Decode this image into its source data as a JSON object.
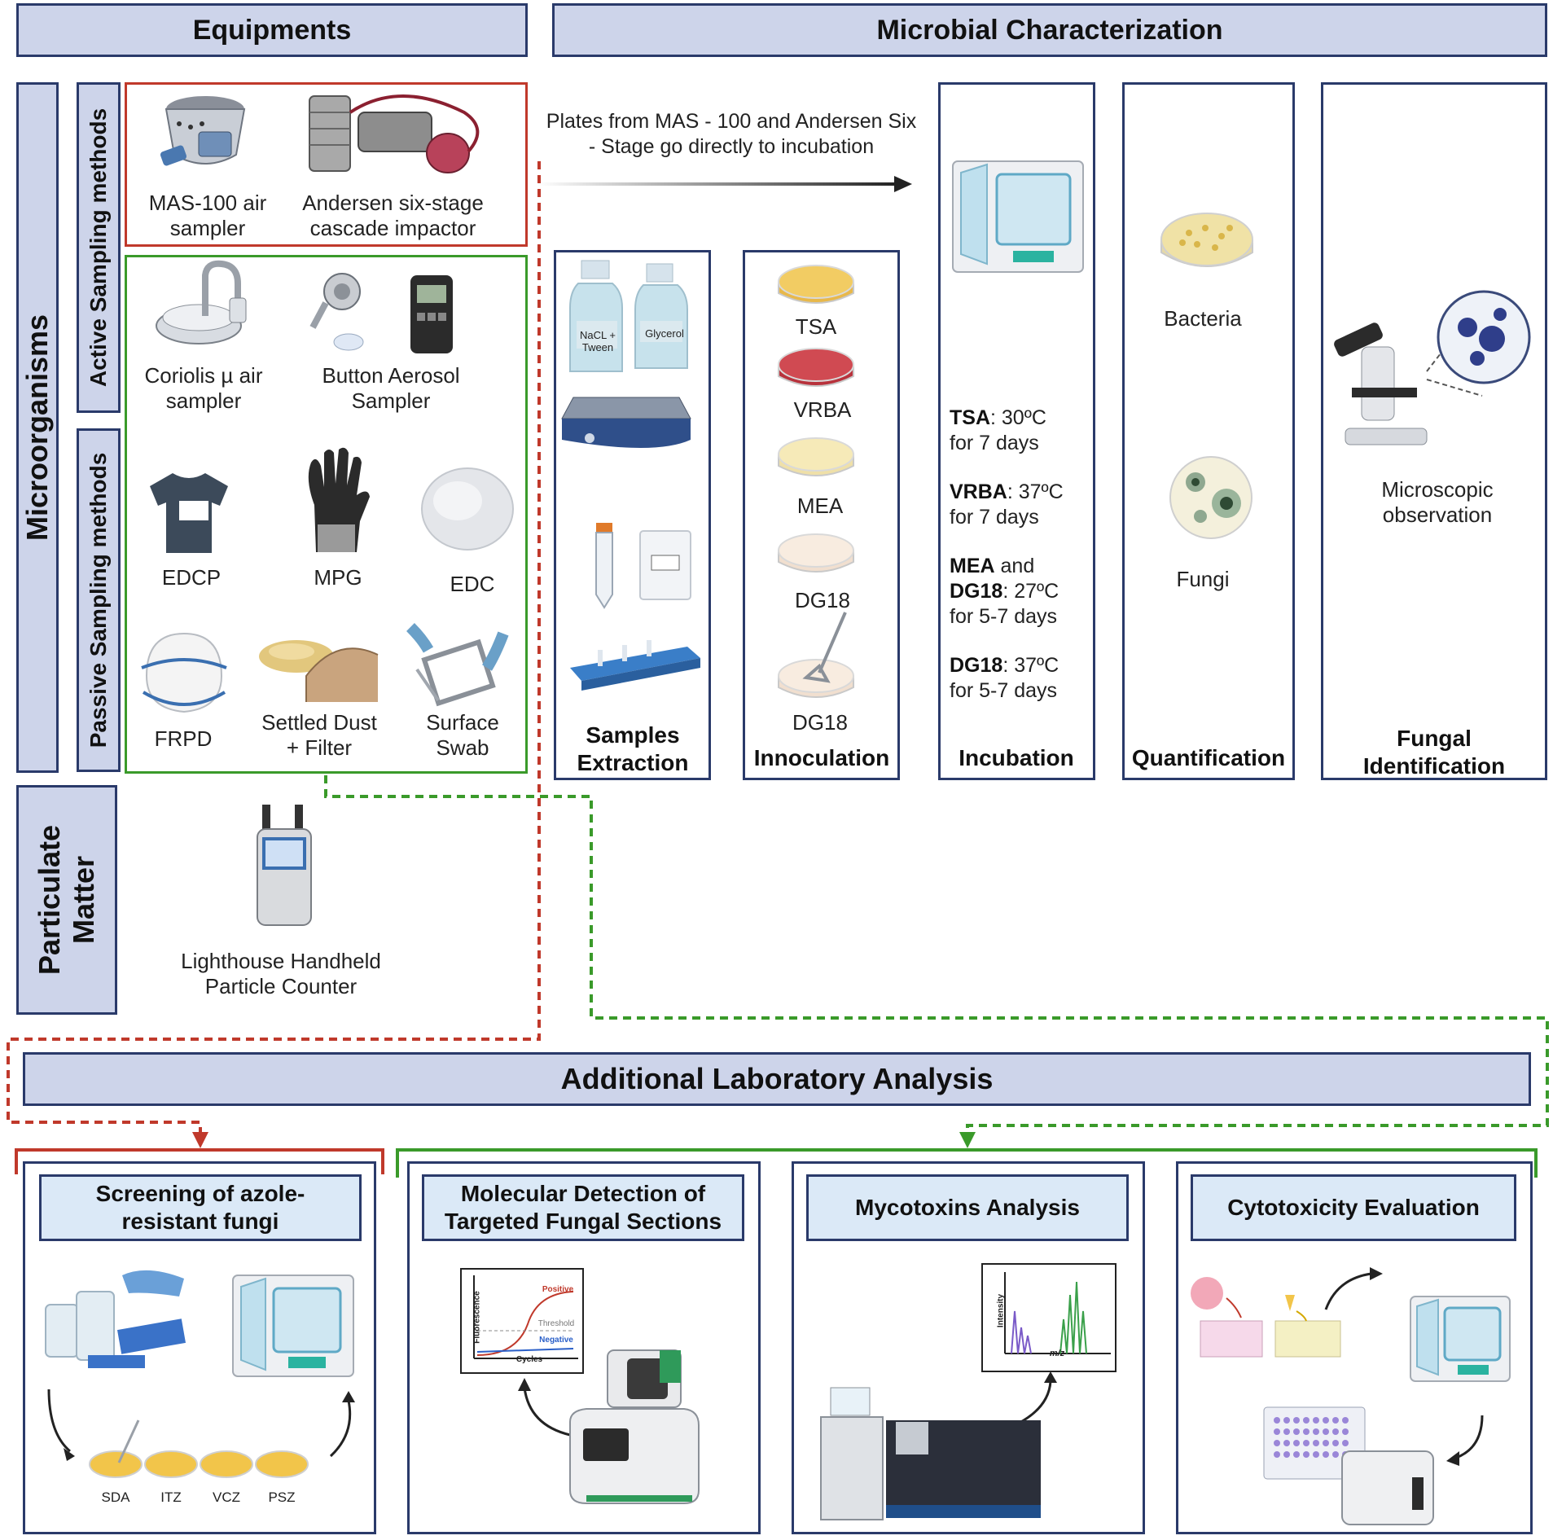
{
  "headers": {
    "equipments": "Equipments",
    "microbial": "Microbial Characterization",
    "microorganisms": "Microorganisms",
    "active": "Active Sampling methods",
    "passive": "Passive  Sampling methods",
    "particulate": "Particulate Matter",
    "additional": "Additional Laboratory Analysis"
  },
  "equipment": {
    "mas100": "MAS-100 air sampler",
    "andersen": "Andersen six-stage cascade impactor",
    "coriolis": "Coriolis µ air sampler",
    "button": "Button Aerosol Sampler",
    "edcp": "EDCP",
    "mpg": "MPG",
    "edc": "EDC",
    "frpd": "FRPD",
    "settled": "Settled Dust + Filter",
    "swab": "Surface Swab",
    "lighthouse": "Lighthouse Handheld Particle Counter"
  },
  "note_plates": "Plates from MAS - 100 and Andersen Six - Stage go directly to incubation",
  "extraction": {
    "bottle1": "NaCL + Tween",
    "bottle2": "Glycerol",
    "title": "Samples Extraction"
  },
  "inoculation": {
    "media": [
      "TSA",
      "VRBA",
      "MEA",
      "DG18",
      "DG18"
    ],
    "title": "Innoculation"
  },
  "incubation": {
    "title": "Incubation",
    "conditions": [
      {
        "medium": "TSA",
        "temp": ": 30ºC",
        "time": " for 7 days"
      },
      {
        "medium": "VRBA",
        "temp": ": 37ºC",
        "time": "for 7 days"
      },
      {
        "medium": "MEA",
        "and": " and",
        "medium2": "DG18",
        "temp": ": 27ºC",
        "time": "for 5-7 days"
      },
      {
        "medium": "DG18",
        "temp": ": 37ºC",
        "time": "for 5-7 days"
      }
    ]
  },
  "quantification": {
    "bacteria": "Bacteria",
    "fungi": "Fungi",
    "title": "Quantification"
  },
  "identification": {
    "observation": "Microscopic observation",
    "title": "Fungal Identification"
  },
  "analyses": {
    "screening": "Screening of azole-resistant fungi",
    "molecular": "Molecular Detection of Targeted Fungal Sections",
    "mycotoxins": "Mycotoxins Analysis",
    "cytotoxicity": "Cytotoxicity Evaluation",
    "plates": [
      "SDA",
      "ITZ",
      "VCZ",
      "PSZ"
    ],
    "qpcr": {
      "positive": "Positive",
      "threshold": "Threshold",
      "negative": "Negative",
      "xlabel": "Cycles",
      "ylabel": "Fluorescence"
    },
    "ms": {
      "xlabel": "m/z",
      "ylabel": "Intensity"
    }
  },
  "colors": {
    "header_fill": "#cdd4ea",
    "border": "#2a3a6a",
    "red": "#c0392b",
    "green": "#3a9a2a",
    "sub_fill": "#dbe9f7"
  }
}
